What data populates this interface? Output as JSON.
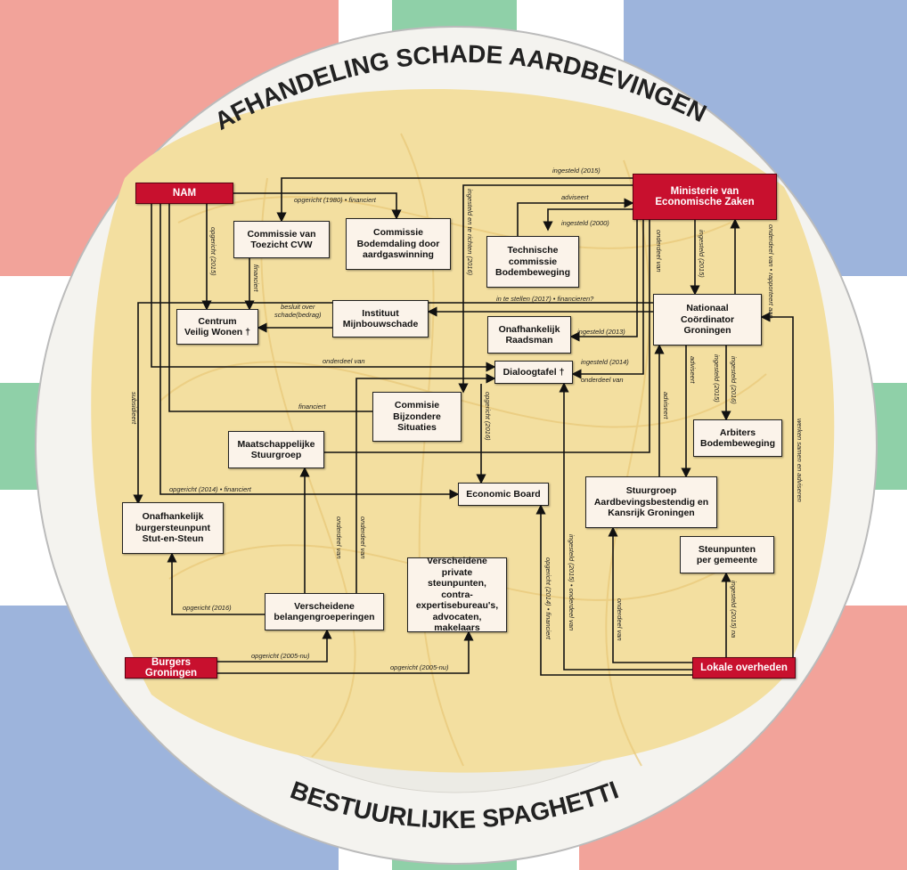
{
  "title": "AFHANDELING SCHADE AARDBEVINGEN",
  "subtitle": "BESTUURLIJKE SPAGHETTI",
  "colors": {
    "red": "#c8102e",
    "blue": "#9db4dc",
    "pink": "#f2a39a",
    "green": "#8fd0a8",
    "pasta": "#f3dfa0"
  },
  "nodes": {
    "nam": "NAM",
    "ez": "Ministerie van\nEconomische Zaken",
    "cvw": "Commissie van\nToezicht CVW",
    "bodemdaling": "Commissie\nBodemdaling door\naardgaswinning",
    "tcb": "Technische\ncommissie\nBodembeweging",
    "centrum": "Centrum\nVeilig Wonen †",
    "ims": "Instituut\nMijnbouwschade",
    "raadsman": "Onafhankelijk\nRaadsman",
    "ncg": "Nationaal\nCoördinator\nGroningen",
    "dialoogtafel": "Dialoogtafel †",
    "bijzondere": "Commisie\nBijzondere\nSituaties",
    "maatschappelijke": "Maatschappelijke\nStuurgroep",
    "arbiters": "Arbiters\nBodembeweging",
    "economic_board": "Economic Board",
    "stuurgroep": "Stuurgroep\nAardbevingsbestendig en\nKansrijk Groningen",
    "stut": "Onafhankelijk\nburgersteunpunt\nStut-en-Steun",
    "steunpunten": "Steunpunten\nper gemeente",
    "private": "Verscheidene private\nsteunpunten, contra-\nexpertisebureau's,\nadvocaten, makelaars",
    "belangen": "Verscheidene\nbelangengroeperingen",
    "burgers": "Burgers Groningen",
    "lokale": "Lokale overheden"
  },
  "edge_labels": [
    "opgericht (1980) • financiert",
    "opgericht (2015)",
    "financiert",
    "besluit over\nschade(bedrag)",
    "onderdeel van",
    "ingesteld (2015)",
    "adviseert",
    "ingesteld (2000)",
    "ingesteld en te richten (2016)",
    "in te stellen (2017) • financieren?",
    "ingesteld (2013)",
    "ingesteld (2014)",
    "onderdeel van",
    "onderdeel van",
    "ingesteld (2015)",
    "onderdeel van • rapporteert aan",
    "financiert",
    "opgericht (2016)",
    "subsidieert",
    "opgericht (2014) • financiert",
    "ingesteld (2016)",
    "adviseert",
    "adviseert",
    "ingesteld (2015)",
    "onderdeel van",
    "onderdeel van",
    "opgericht (2016)",
    "opgericht (2005-nu)",
    "opgericht (2005-nu)",
    "opgericht (2014) • financiert",
    "ingesteld (2015) • onderdeel van",
    "onderdeel van",
    "ingesteld (2015) na",
    "werken samen en adviseren"
  ]
}
